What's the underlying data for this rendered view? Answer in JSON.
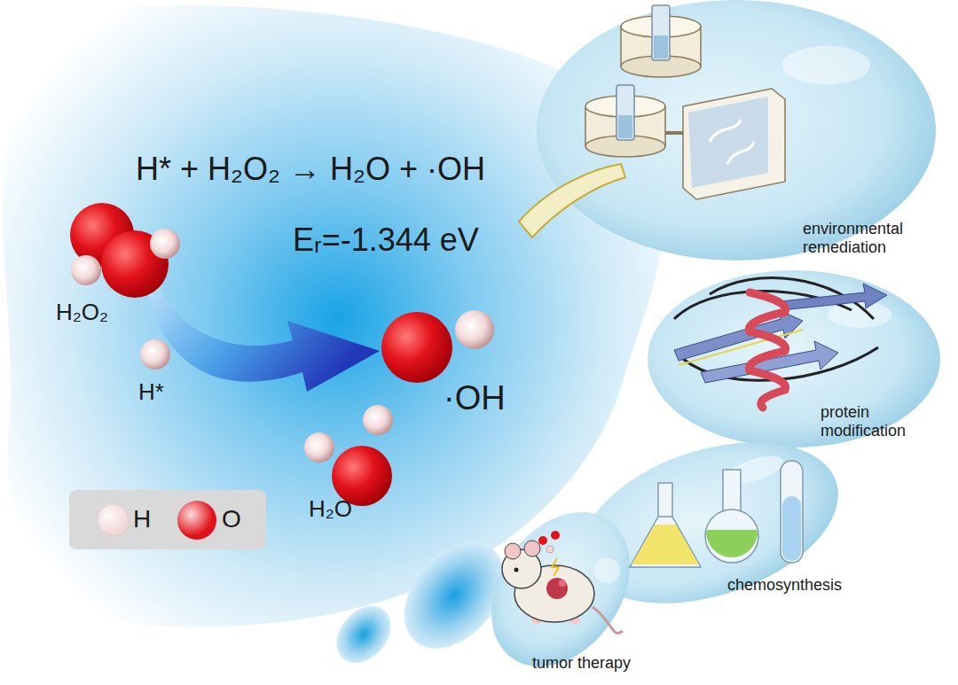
{
  "diagram": {
    "nodes": [
      {
        "text": [
          "environmental remediation"
        ]
      },
      {
        "text": [
          "protein modification"
        ]
      },
      {
        "text": [
          "chemosynthesis"
        ]
      },
      {
        "text": [
          "tumor therapy"
        ]
      }
    ],
    "labels": [
      "H* + H₂O₂ → H₂O + ·OH",
      "Eᵣ=-1.344 eV",
      "H₂O₂",
      "H*",
      "·OH",
      "H₂O"
    ],
    "legend": [
      {
        "text": "H",
        "color": "#f3dada"
      },
      {
        "text": "O",
        "color": "#e3121a"
      }
    ]
  }
}
